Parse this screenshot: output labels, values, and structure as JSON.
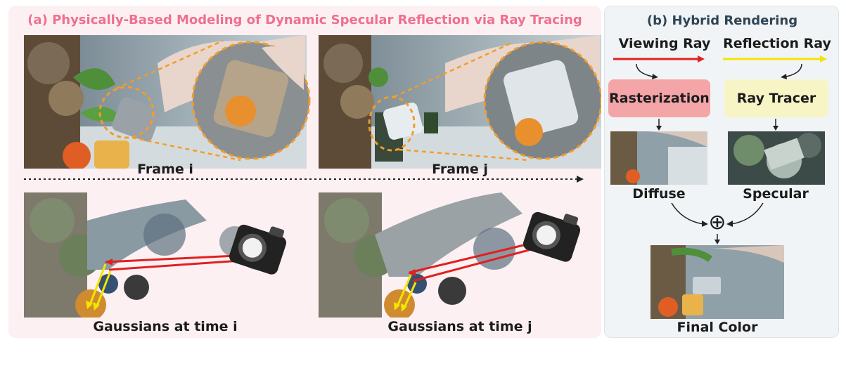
{
  "panel_a": {
    "title": "(a) Physically-Based Modeling of Dynamic Specular Reflection via Ray Tracing",
    "frame_i_label": "Frame i",
    "frame_j_label": "Frame j",
    "gauss_i_label": "Gaussians at time i",
    "gauss_j_label": "Gaussians at time j"
  },
  "panel_b": {
    "title": "(b) Hybrid Rendering",
    "viewing_ray": "Viewing Ray",
    "reflection_ray": "Reflection Ray",
    "rasterization": "Rasterization",
    "ray_tracer": "Ray Tracer",
    "diffuse": "Diffuse",
    "specular": "Specular",
    "combine_symbol": "⊕",
    "final_color": "Final Color"
  },
  "colors": {
    "title_a": "#ef6f8f",
    "title_b": "#2f4454",
    "panel_a_bg": "#fcf0f2",
    "panel_b_bg": "#f1f4f6",
    "zoom_dash": "#f39c2a",
    "viewing_ray_line": "#e02020",
    "reflection_ray_line": "#f2e600",
    "rasterization_box": "#f4a5a8",
    "ray_tracer_box": "#f7f4c6"
  },
  "icons": [
    "camera-icon",
    "oplus-icon"
  ]
}
